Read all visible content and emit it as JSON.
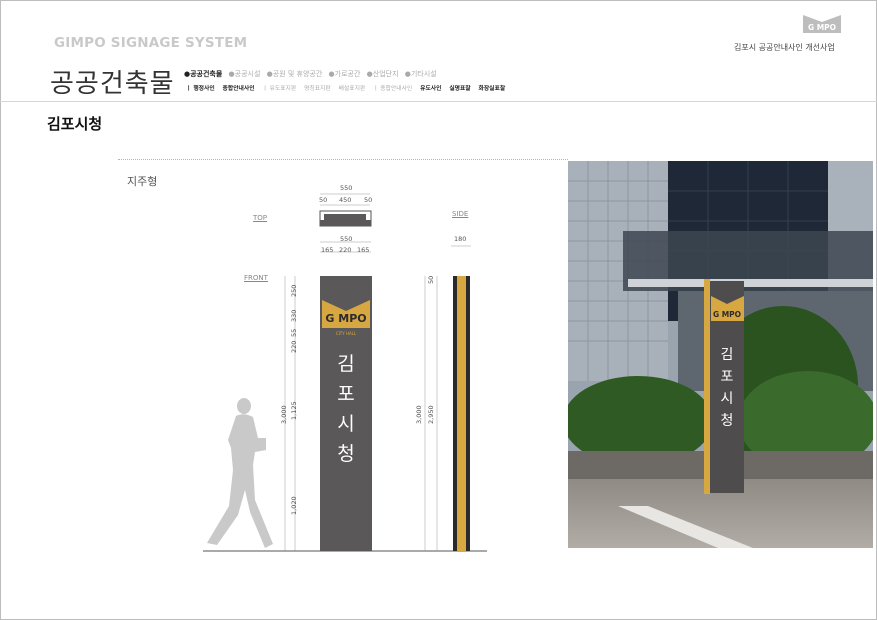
{
  "header": {
    "brand": "GIMPO SIGNAGE SYSTEM",
    "logo_text": "GIMPO",
    "project": "김포시 공공안내사인 개선사업"
  },
  "category": {
    "title": "공공건축물",
    "nav": [
      {
        "label": "●공공건축물",
        "active": true
      },
      {
        "label": "●공공시설",
        "active": false
      },
      {
        "label": "●공원 및 휴양공간",
        "active": false
      },
      {
        "label": "●가로공간",
        "active": false
      },
      {
        "label": "●산업단지",
        "active": false
      },
      {
        "label": "●기타시설",
        "active": false
      }
    ],
    "subnav": [
      {
        "label": "ㅣ 행정사인",
        "active": true
      },
      {
        "label": "종합안내사인",
        "active": true
      },
      {
        "label": "ㅣ 유도표지판",
        "active": false
      },
      {
        "label": "명칭표지판",
        "active": false
      },
      {
        "label": "배설표지판",
        "active": false
      },
      {
        "label": "ㅣ 종합안내사인",
        "active": false
      },
      {
        "label": "유도사인",
        "active": true
      },
      {
        "label": "실명표찰",
        "active": true
      },
      {
        "label": "화장실표찰",
        "active": true
      }
    ]
  },
  "page": {
    "title": "김포시청",
    "type": "지주형"
  },
  "drawing": {
    "top_label": "TOP",
    "side_label": "SIDE",
    "front_label": "FRONT",
    "top_dims": {
      "total": "550",
      "left": "50",
      "mid": "450",
      "right": "50"
    },
    "front_dims": {
      "total": "550",
      "left": "165",
      "mid": "220",
      "right": "165"
    },
    "side_dim": "180",
    "sign_logo": "GIMPO",
    "sign_logo_sub": "CITY HALL",
    "sign_text": [
      "김",
      "포",
      "시",
      "청"
    ],
    "front_vertical": [
      "250",
      "330",
      "55",
      "220",
      "1,125",
      "3,000",
      "1,020"
    ],
    "side_vertical": [
      "50",
      "3,000",
      "2,950"
    ]
  },
  "colors": {
    "panel": "#5a5859",
    "gold": "#d7a842",
    "nav_active": "#222222",
    "nav_inactive": "#aaaaaa"
  }
}
